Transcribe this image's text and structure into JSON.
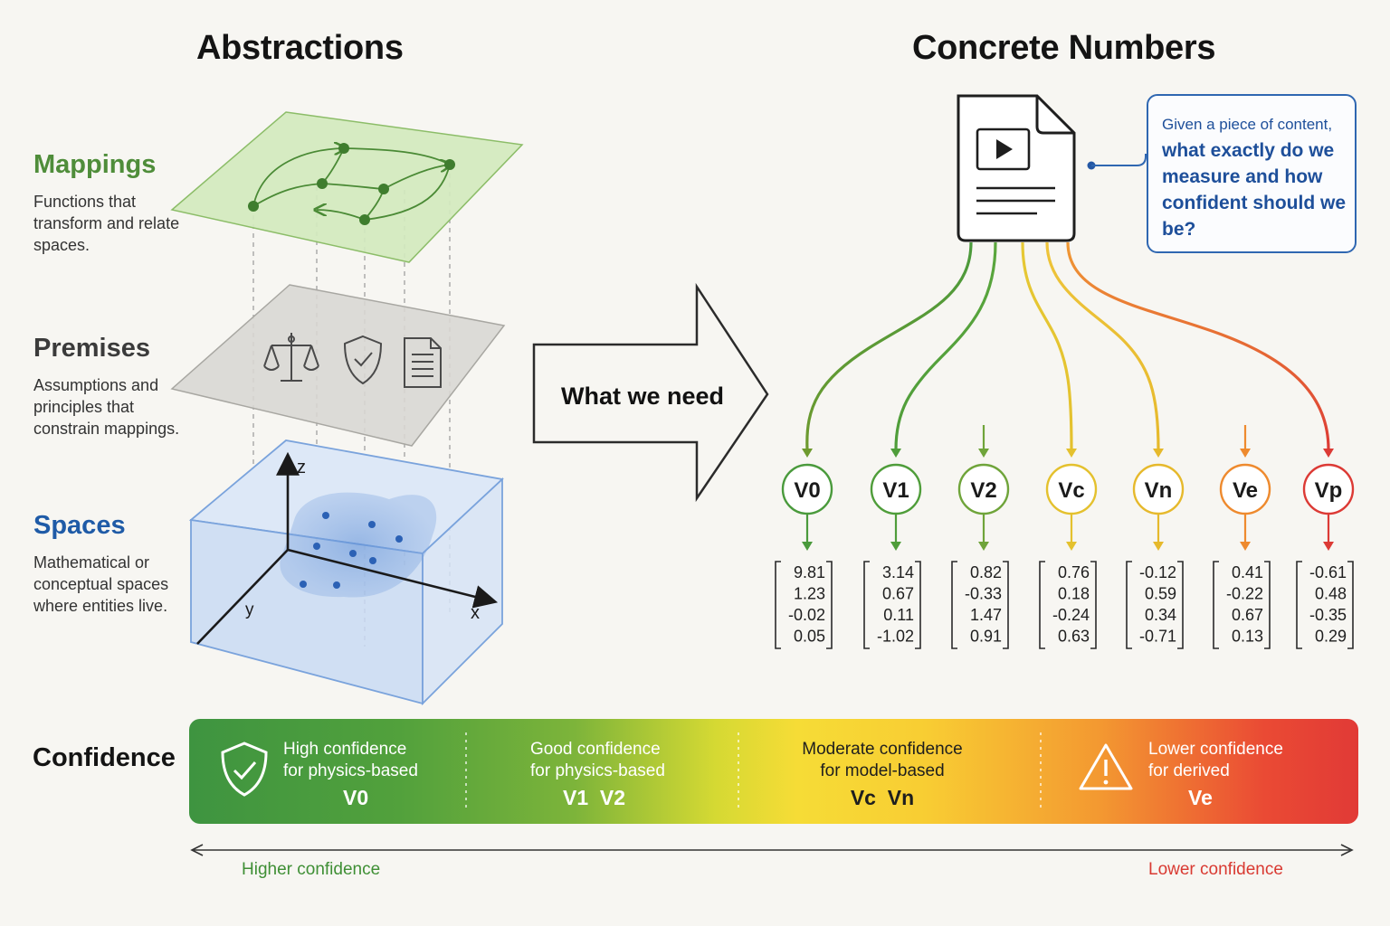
{
  "headings": {
    "abstractions": "Abstractions",
    "concrete": "Concrete Numbers"
  },
  "layers": {
    "mappings": {
      "title": "Mappings",
      "desc": "Functions that transform and relate spaces.",
      "color": "#4f8d3a"
    },
    "premises": {
      "title": "Premises",
      "desc": "Assumptions and principles that constrain mappings.",
      "color": "#3b3b3b"
    },
    "spaces": {
      "title": "Spaces",
      "desc": "Mathematical or conceptual spaces where entities live.",
      "color": "#1f5ba7"
    }
  },
  "axes": {
    "z": "z",
    "y": "y",
    "x": "x"
  },
  "arrow_label": "What we need",
  "callout": {
    "intro": "Given a piece of content,",
    "question": "what exactly do we measure and how confident should we be?"
  },
  "vectors": [
    {
      "name": "V0",
      "color": "#4a9a3c",
      "values": [
        "9.81",
        "1.23",
        "-0.02",
        "0.05"
      ]
    },
    {
      "name": "V1",
      "color": "#4f9d3a",
      "values": [
        "3.14",
        "0.67",
        "0.11",
        "-1.02"
      ]
    },
    {
      "name": "V2",
      "color": "#6fa43a",
      "values": [
        "0.82",
        "-0.33",
        "1.47",
        "0.91"
      ]
    },
    {
      "name": "Vc",
      "color": "#e4c12e",
      "values": [
        "0.76",
        "0.18",
        "-0.24",
        "0.63"
      ]
    },
    {
      "name": "Vn",
      "color": "#e6b92c",
      "values": [
        "-0.12",
        "0.59",
        "0.34",
        "-0.71"
      ]
    },
    {
      "name": "Ve",
      "color": "#ee8a2e",
      "values": [
        "0.41",
        "-0.22",
        "0.67",
        "0.13"
      ]
    },
    {
      "name": "Vp",
      "color": "#dc3a35",
      "values": [
        "-0.61",
        "0.48",
        "-0.35",
        "0.29"
      ]
    }
  ],
  "confidence": {
    "label": "Confidence",
    "segments": [
      {
        "line1": "High confidence",
        "line2": "for physics-based",
        "ids": "V0"
      },
      {
        "line1": "Good confidence",
        "line2": "for physics-based",
        "ids": "V1  V2"
      },
      {
        "line1": "Moderate confidence",
        "line2": "for model-based",
        "ids": "Vc  Vn"
      },
      {
        "line1": "Lower confidence",
        "line2": "for derived",
        "ids": "Ve"
      }
    ],
    "scale_left": "Higher confidence",
    "scale_right": "Lower confidence",
    "scale_left_color": "#3f8f35",
    "scale_right_color": "#d93a32"
  }
}
